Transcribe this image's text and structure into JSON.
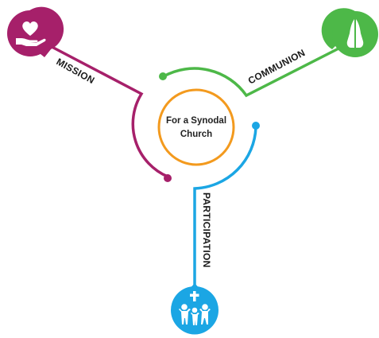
{
  "center": {
    "line1": "For a Synodal",
    "line2": "Church"
  },
  "branches": {
    "mission": {
      "label": "MISSION",
      "icon": "heart-in-hand-icon",
      "color": "#a6206a"
    },
    "communion": {
      "label": "COMMUNION",
      "icon": "praying-hands-icon",
      "color": "#4db848"
    },
    "participation": {
      "label": "PARTICIPATION",
      "icon": "people-with-cross-icon",
      "color": "#1ba6e4"
    }
  },
  "center_ring_color": "#f39a1e"
}
